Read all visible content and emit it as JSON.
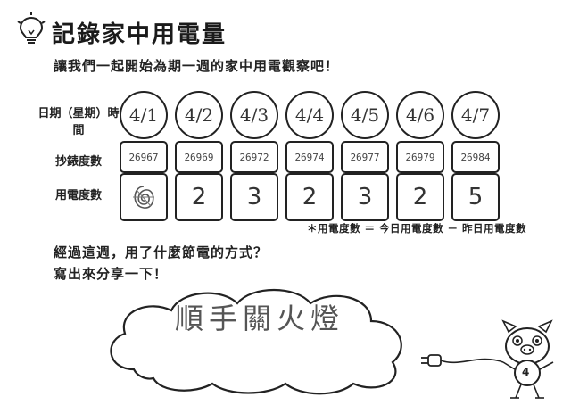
{
  "title": "記錄家中用電量",
  "intro": "讓我們一起開始為期一週的家中用電觀察吧！",
  "labels": {
    "date_time": "日期（星期）時間",
    "meter_reading": "抄錶度數",
    "usage": "用電度數"
  },
  "days": [
    {
      "date": "4/1",
      "reading": "26967",
      "usage": ""
    },
    {
      "date": "4/2",
      "reading": "26969",
      "usage": "2"
    },
    {
      "date": "4/3",
      "reading": "26972",
      "usage": "3"
    },
    {
      "date": "4/4",
      "reading": "26974",
      "usage": "2"
    },
    {
      "date": "4/5",
      "reading": "26977",
      "usage": "3"
    },
    {
      "date": "4/6",
      "reading": "26979",
      "usage": "2"
    },
    {
      "date": "4/7",
      "reading": "26984",
      "usage": "5"
    }
  ],
  "formula_note": "＊用電度數 ＝ 今日用電度數 － 昨日用電度數",
  "question_line1": "經過這週，用了什麼節電的方式？",
  "question_line2": "寫出來分享一下！",
  "answer": "順手關火燈",
  "page_number": "4",
  "icons": {
    "title_icon": "lightbulb-icon",
    "mascot": "pig-mascot-icon",
    "plug": "plug-icon"
  }
}
